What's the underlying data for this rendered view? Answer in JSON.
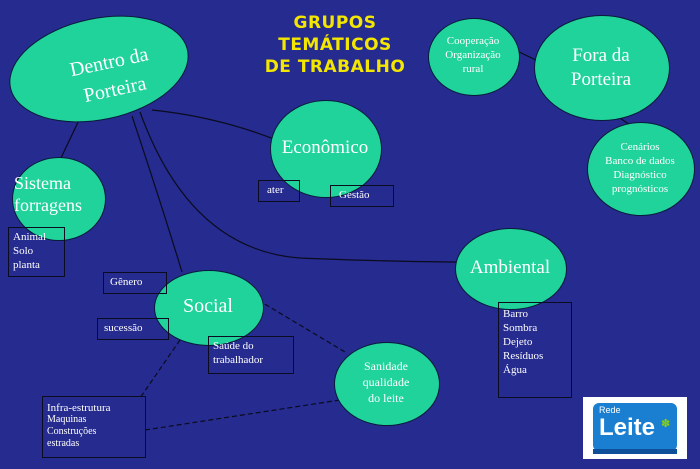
{
  "title": {
    "line1": "GRUPOS",
    "line2": "TEMÁTICOS",
    "line3": "DE TRABALHO"
  },
  "nodes": {
    "dentro": {
      "line1": "Dentro da",
      "line2": "Porteira"
    },
    "fora": {
      "line1": "Fora da",
      "line2": "Porteira"
    },
    "cooperacao": {
      "line1": "Cooperação",
      "line2": "Organização",
      "line3": "rural"
    },
    "cenarios": {
      "line1": "Cenários",
      "line2": "Banco de dados",
      "line3": "Diagnóstico",
      "line4": "prognósticos"
    },
    "economico": {
      "label": "Econômico"
    },
    "sistema": {
      "line1": "Sistema",
      "line2": "forragens"
    },
    "ambiental": {
      "label": "Ambiental"
    },
    "social": {
      "label": "Social"
    },
    "sanidade": {
      "line1": "Sanidade",
      "line2": "qualidade",
      "line3": "do leite"
    }
  },
  "boxes": {
    "ater": "ater",
    "gestao": "Gestão",
    "animal": {
      "line1": "Animal",
      "line2": "Solo",
      "line3": "planta"
    },
    "genero": "Gênero",
    "sucessao": "sucessão",
    "saude": {
      "line1": "Saúde do",
      "line2": "trabalhador"
    },
    "ambiental_list": [
      "Barro",
      "Sombra",
      "Dejeto",
      "Resíduos",
      "Água"
    ],
    "infra": {
      "line1": "Infra-estrutura",
      "line2": "Maquinas",
      "line3": "Construções",
      "line4": "estradas"
    }
  },
  "logo": {
    "small": "Rede",
    "big": "Leite"
  },
  "colors": {
    "background": "#252b8f",
    "node": "#1fd39a",
    "title": "#f3e600"
  }
}
